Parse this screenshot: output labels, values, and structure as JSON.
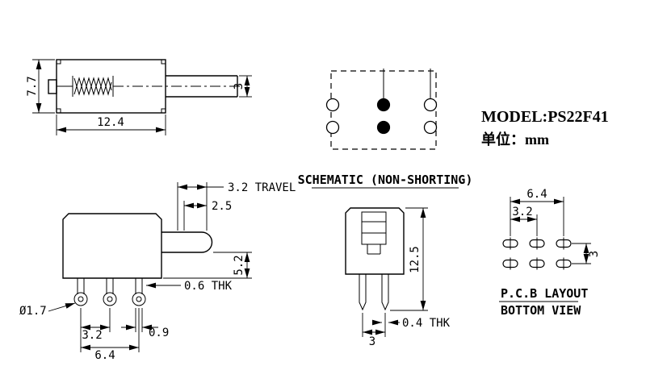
{
  "title": {
    "model": "MODEL:PS22F41",
    "unit": "单位：mm"
  },
  "schematic": {
    "caption": "SCHEMATIC (NON-SHORTING)"
  },
  "top_view": {
    "dim_height": "7.7",
    "dim_width": "12.4",
    "dim_shaft_dia": "3"
  },
  "side_view": {
    "dim_travel": "3.2 TRAVEL",
    "dim_pretravel": "2.5",
    "dim_under_shaft": "5.2",
    "dim_bracket_thk": "0.6 THK",
    "dim_hole_dia": "Ø1.7",
    "dim_pin_pitch": "3.2",
    "dim_pin_width": "0.9",
    "dim_pin_span": "6.4"
  },
  "front_view": {
    "dim_height": "12.5",
    "dim_pin_pitch": "3",
    "dim_pin_thk": "0.4 THK"
  },
  "pcb_layout": {
    "caption_line1": "P.C.B LAYOUT",
    "caption_line2": "BOTTOM VIEW",
    "dim_span": "6.4",
    "dim_pitch": "3.2",
    "dim_row_pitch": "3"
  },
  "colors": {
    "line": "#000000",
    "background": "#ffffff"
  }
}
